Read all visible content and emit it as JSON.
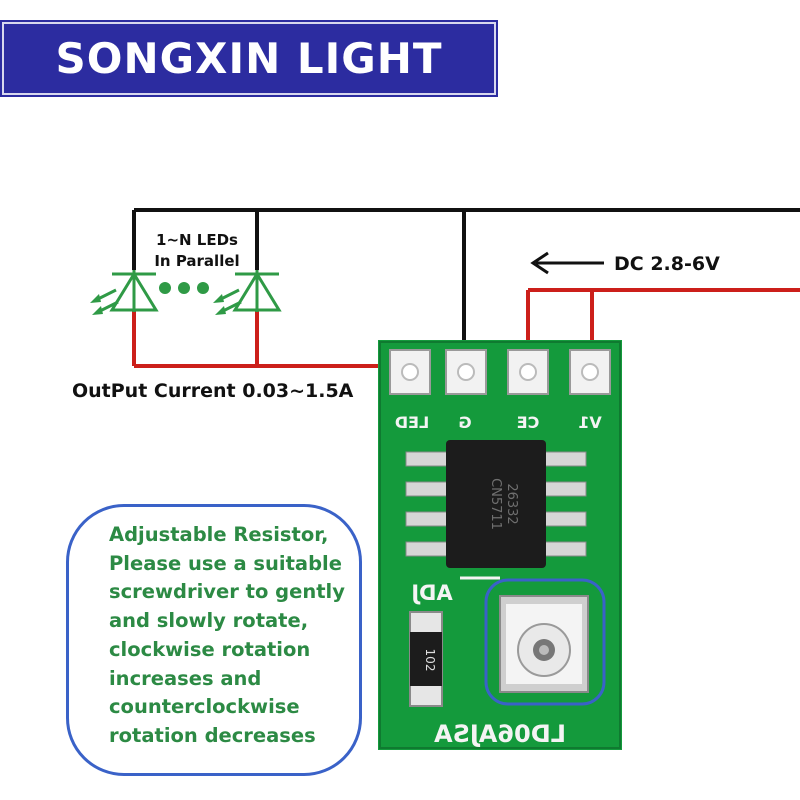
{
  "brand": {
    "name": "SONGXIN LIGHT"
  },
  "circuit": {
    "led_label_line1": "1~N LEDs",
    "led_label_line2": "In Parallel",
    "supply_label": "DC 2.8-6V",
    "output_label": "OutPut Current 0.03~1.5A"
  },
  "board": {
    "pin_labels": [
      "LED",
      "G",
      "CE",
      "V1"
    ],
    "chip_marking_line1": "CN5711",
    "chip_marking_line2": "26332",
    "adj_label": "ADJ",
    "resistor_code": "102",
    "model": "LD06AJSA"
  },
  "note": {
    "lines": [
      "Adjustable Resistor,",
      "Please use a suitable",
      "screwdriver to gently",
      "and slowly rotate,",
      "clockwise rotation",
      "increases and",
      "counterclockwise",
      "rotation decreases"
    ]
  },
  "colors": {
    "brand_bg": "#2c2ca0",
    "wire_black": "#111111",
    "wire_red": "#cc1f1a",
    "led_green": "#2f9a46",
    "pcb_green": "#149a3c",
    "note_border": "#3a62c8",
    "note_text": "#2c8a44"
  }
}
